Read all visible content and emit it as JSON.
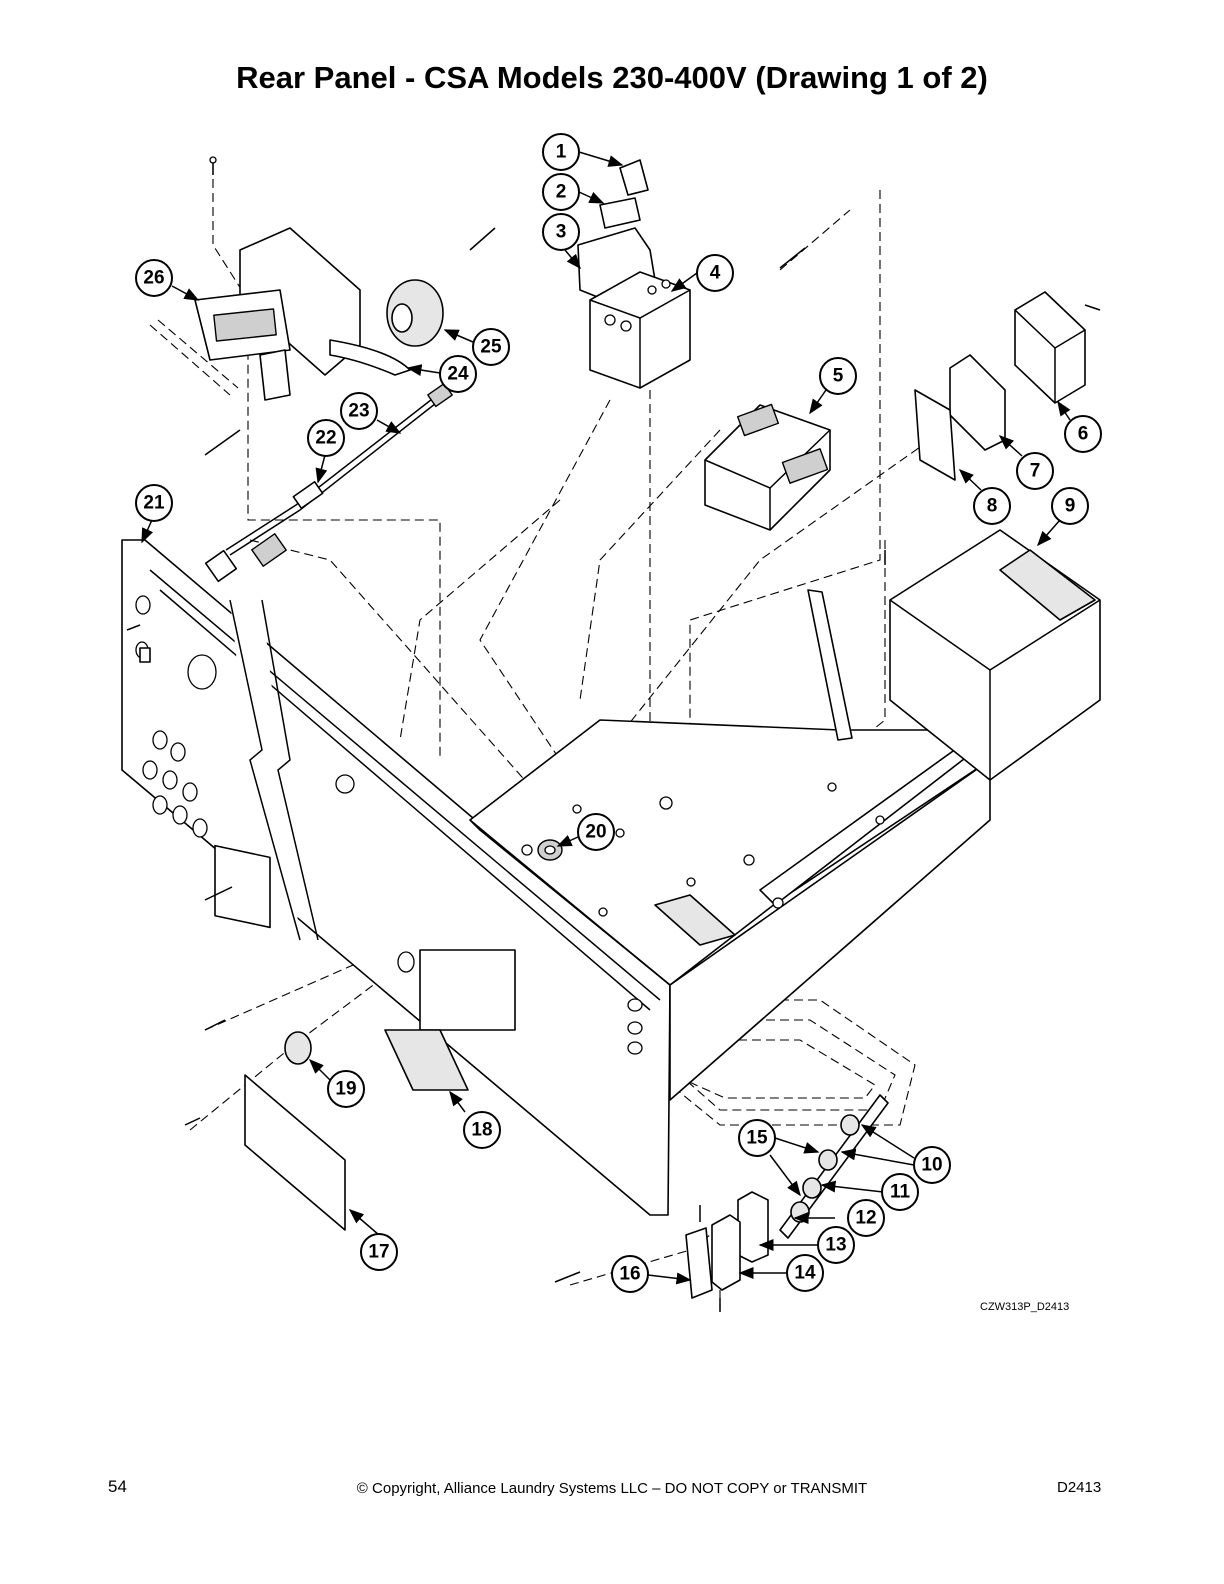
{
  "header": {
    "title": "Rear Panel - CSA Models 230-400V (Drawing 1 of 2)"
  },
  "diagram": {
    "drawing_number": "CZW313P_D2413",
    "callouts": [
      "1",
      "2",
      "3",
      "4",
      "5",
      "6",
      "7",
      "8",
      "9",
      "10",
      "11",
      "12",
      "13",
      "14",
      "15",
      "16",
      "17",
      "18",
      "19",
      "20",
      "21",
      "22",
      "23",
      "24",
      "25",
      "26"
    ]
  },
  "footer": {
    "page_number": "54",
    "copyright": "© Copyright, Alliance Laundry Systems LLC – DO NOT COPY or TRANSMIT",
    "doc_code": "D2413"
  }
}
